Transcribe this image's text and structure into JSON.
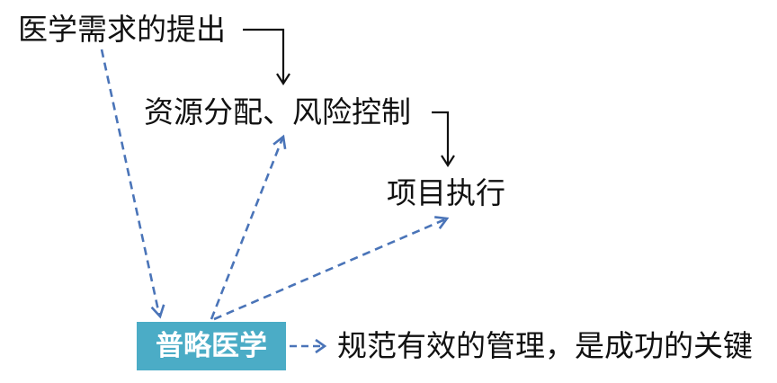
{
  "nodes": {
    "demand": "医学需求的提出",
    "allocation": "资源分配、风险控制",
    "execution": "项目执行",
    "brand": "普略医学",
    "conclusion": "规范有效的管理，是成功的关键"
  },
  "colors": {
    "solid_arrow": "#111111",
    "dashed_arrow": "#4a74b8",
    "brand_box": "#4bacc6",
    "brand_text": "#ffffff"
  }
}
